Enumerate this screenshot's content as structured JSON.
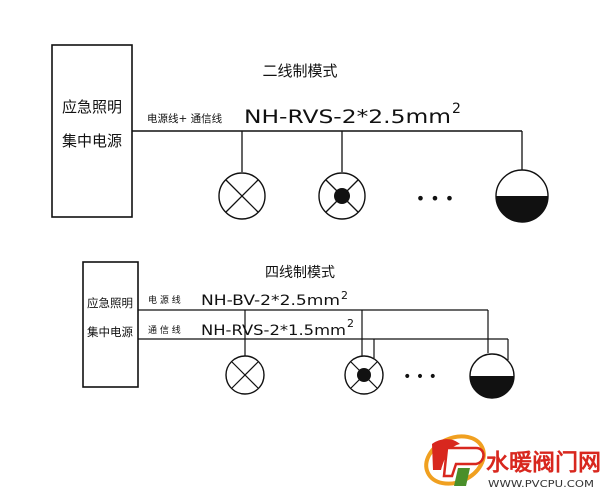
{
  "diagram1": {
    "title": "二线制模式",
    "box_line1": "应急照明",
    "box_line2": "集中电源",
    "wire_label": "电源线+ 通信线",
    "cable_spec": "NH-RVS-2*2.5mm",
    "cable_exp": "2",
    "dots": "• • •"
  },
  "diagram2": {
    "title": "四线制模式",
    "box_line1": "应急照明",
    "box_line2": "集中电源",
    "power_label": "电 源 线",
    "power_spec": "NH-BV-2*2.5mm",
    "power_exp": "2",
    "comm_label": "通 信 线",
    "comm_spec": "NH-RVS-2*1.5mm",
    "comm_exp": "2",
    "dots": "• • •"
  },
  "watermark": {
    "brand": "水暖阀门网",
    "url": "WWW.PVCPU.COM",
    "accent": "#d8271e"
  }
}
